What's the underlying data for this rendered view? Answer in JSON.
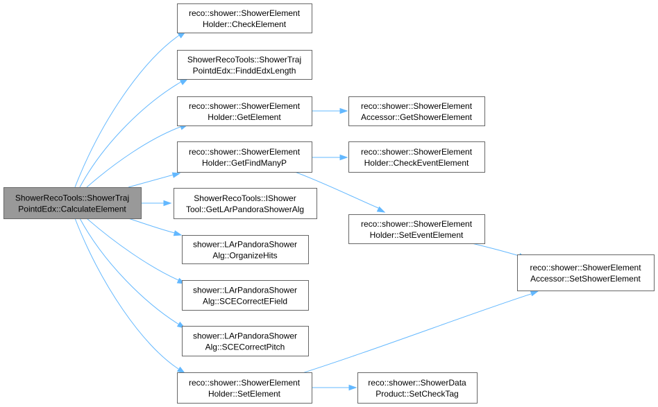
{
  "graph": {
    "nodes": [
      {
        "id": "calculate",
        "line1": "ShowerRecoTools::ShowerTraj",
        "line2": "PointdEdx::CalculateElement",
        "root": true
      },
      {
        "id": "check-element",
        "line1": "reco::shower::ShowerElement",
        "line2": "Holder::CheckElement"
      },
      {
        "id": "find-dedx-length",
        "line1": "ShowerRecoTools::ShowerTraj",
        "line2": "PointdEdx::FinddEdxLength"
      },
      {
        "id": "get-element",
        "line1": "reco::shower::ShowerElement",
        "line2": "Holder::GetElement"
      },
      {
        "id": "get-find-many-p",
        "line1": "reco::shower::ShowerElement",
        "line2": "Holder::GetFindManyP"
      },
      {
        "id": "get-larpandora-alg",
        "line1": "ShowerRecoTools::IShower",
        "line2": "Tool::GetLArPandoraShowerAlg"
      },
      {
        "id": "organize-hits",
        "line1": "shower::LArPandoraShower",
        "line2": "Alg::OrganizeHits"
      },
      {
        "id": "sce-correct-efield",
        "line1": "shower::LArPandoraShower",
        "line2": "Alg::SCECorrectEField"
      },
      {
        "id": "sce-correct-pitch",
        "line1": "shower::LArPandoraShower",
        "line2": "Alg::SCECorrectPitch"
      },
      {
        "id": "set-element",
        "line1": "reco::shower::ShowerElement",
        "line2": "Holder::SetElement"
      },
      {
        "id": "get-shower-element",
        "line1": "reco::shower::ShowerElement",
        "line2": "Accessor::GetShowerElement"
      },
      {
        "id": "check-event-element",
        "line1": "reco::shower::ShowerElement",
        "line2": "Holder::CheckEventElement"
      },
      {
        "id": "set-event-element",
        "line1": "reco::shower::ShowerElement",
        "line2": "Holder::SetEventElement"
      },
      {
        "id": "set-shower-element",
        "line1": "reco::shower::ShowerElement",
        "line2": "Accessor::SetShowerElement"
      },
      {
        "id": "set-check-tag",
        "line1": "reco::shower::ShowerData",
        "line2": "Product::SetCheckTag"
      }
    ],
    "edges": [
      {
        "from": "calculate",
        "to": "check-element"
      },
      {
        "from": "calculate",
        "to": "find-dedx-length"
      },
      {
        "from": "calculate",
        "to": "get-element"
      },
      {
        "from": "calculate",
        "to": "get-find-many-p"
      },
      {
        "from": "calculate",
        "to": "get-larpandora-alg"
      },
      {
        "from": "calculate",
        "to": "organize-hits"
      },
      {
        "from": "calculate",
        "to": "sce-correct-efield"
      },
      {
        "from": "calculate",
        "to": "sce-correct-pitch"
      },
      {
        "from": "calculate",
        "to": "set-element"
      },
      {
        "from": "get-element",
        "to": "get-shower-element"
      },
      {
        "from": "get-find-many-p",
        "to": "check-event-element"
      },
      {
        "from": "get-find-many-p",
        "to": "set-event-element"
      },
      {
        "from": "set-event-element",
        "to": "set-shower-element"
      },
      {
        "from": "set-element",
        "to": "set-shower-element"
      },
      {
        "from": "set-element",
        "to": "set-check-tag"
      }
    ]
  },
  "colors": {
    "edge": "#63b8ff",
    "root_fill": "#999999",
    "node_fill": "#ffffff",
    "node_stroke": "#666666",
    "text": "#000000"
  }
}
